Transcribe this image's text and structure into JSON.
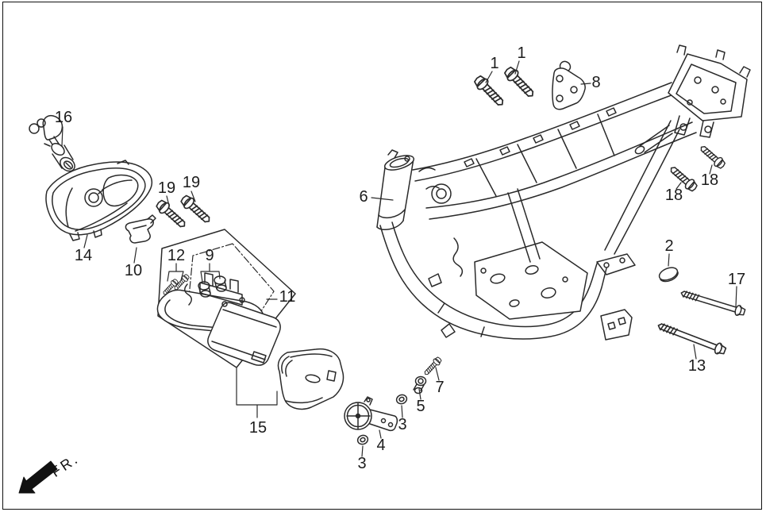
{
  "diagram": {
    "kind": "exploded-parts-diagram",
    "subject": "motorcycle-frame-assembly",
    "background": "#ffffff",
    "line_color": "#2a2a2a",
    "border_color": "#111111",
    "arrow_color": "#111111"
  },
  "direction_indicator": {
    "text": "FR."
  },
  "labels": [
    {
      "part": "1",
      "text": "1"
    },
    {
      "part": "1",
      "text": "1"
    },
    {
      "part": "8",
      "text": "8"
    },
    {
      "part": "16",
      "text": "16"
    },
    {
      "part": "19",
      "text": "19"
    },
    {
      "part": "19",
      "text": "19"
    },
    {
      "part": "14",
      "text": "14"
    },
    {
      "part": "10",
      "text": "10"
    },
    {
      "part": "12",
      "text": "12"
    },
    {
      "part": "9",
      "text": "9"
    },
    {
      "part": "11",
      "text": "11"
    },
    {
      "part": "6",
      "text": "6"
    },
    {
      "part": "18",
      "text": "18"
    },
    {
      "part": "18",
      "text": "18"
    },
    {
      "part": "2",
      "text": "2"
    },
    {
      "part": "17",
      "text": "17"
    },
    {
      "part": "13",
      "text": "13"
    },
    {
      "part": "15",
      "text": "15"
    },
    {
      "part": "7",
      "text": "7"
    },
    {
      "part": "5",
      "text": "5"
    },
    {
      "part": "3",
      "text": "3"
    },
    {
      "part": "4",
      "text": "4"
    },
    {
      "part": "3",
      "text": "3"
    }
  ]
}
